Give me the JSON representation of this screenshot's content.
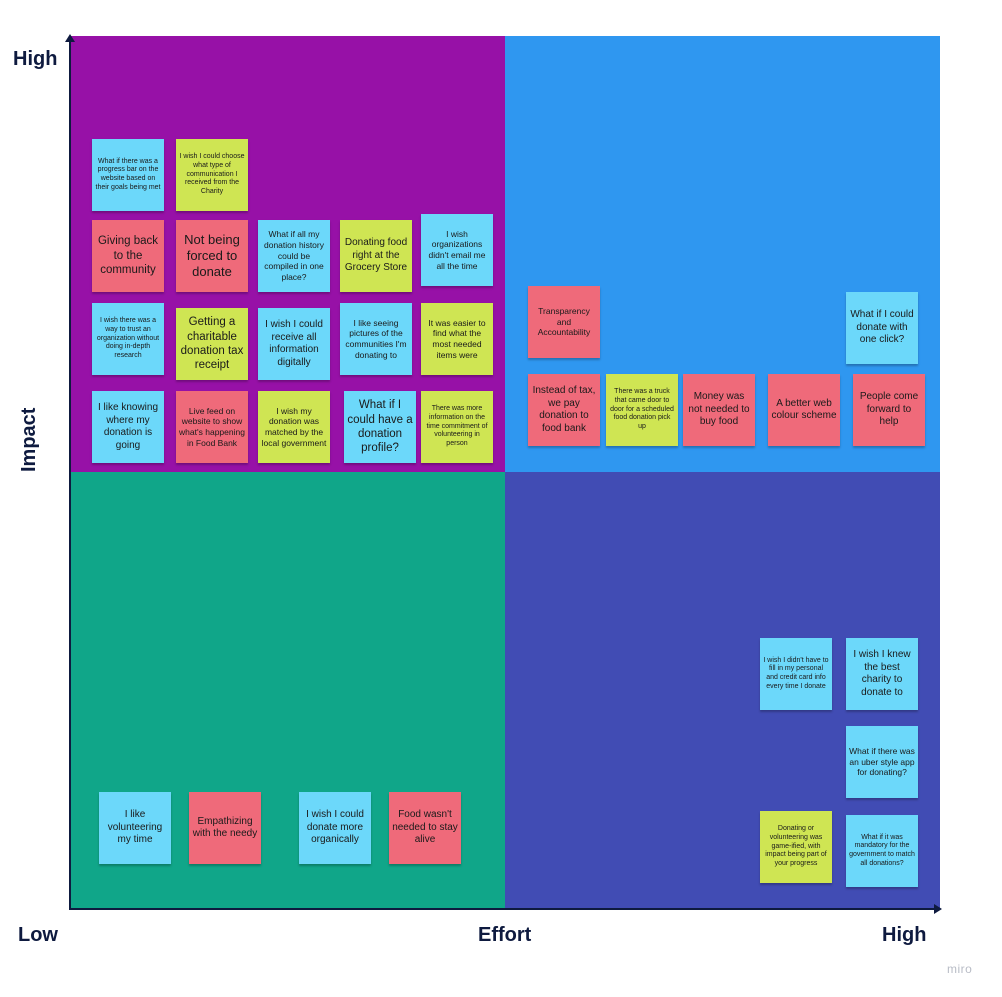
{
  "axes": {
    "y_high": "High",
    "y_label": "Impact",
    "x_low": "Low",
    "x_label": "Effort",
    "x_high": "High"
  },
  "watermark": "miro",
  "colors": {
    "high_impact_low_effort": "#9711a7",
    "high_impact_high_effort": "#2f97f0",
    "low_impact_low_effort": "#10a689",
    "low_impact_high_effort": "#414cb4",
    "note_blue": "#6cd8fa",
    "note_lime": "#cfe553",
    "note_red": "#ef6a7a"
  },
  "notes": {
    "n01": "What if there was a progress bar on the website based on their goals being met",
    "n02": "I wish I could choose what type of communication I received from the Charity",
    "n03": "Giving back to the community",
    "n04": "Not being forced to donate",
    "n05": "What if all my donation history could be compiled in one place?",
    "n06": "Donating food right at the Grocery Store",
    "n07": "I wish organizations didn't email me all the time",
    "n08": "I wish there was a way to trust an organization without doing in-depth research",
    "n09": "Getting a charitable donation tax receipt",
    "n10": "I wish I could receive all information digitally",
    "n11": "I like seeing pictures of the communities I'm donating to",
    "n12": "It was easier to find what the most needed items were",
    "n13": "I like knowing where my donation is going",
    "n14": "Live feed on website to show what's happening in Food Bank",
    "n15": "I wish my donation was matched by the local government",
    "n16": "What if I could have a donation profile?",
    "n17": "There was more information on the time commitment of volunteering in person",
    "n18": "Transparency and Accountability",
    "n19": "What if I could donate with one click?",
    "n20": "Instead of tax, we pay donation to food bank",
    "n21": "There was a truck that came door to door for a scheduled food donation pick up",
    "n22": "Money was not needed to buy food",
    "n23": "A better web colour scheme",
    "n24": "People come forward to help",
    "n25": "I like volunteering my time",
    "n26": "Empathizing with the needy",
    "n27": "I wish I could donate more organically",
    "n28": "Food wasn't needed to stay alive",
    "n29": "I wish I didn't have to fill in my personal and credit card info every time I donate",
    "n30": "I wish I knew the best charity to donate to",
    "n31": "What if there was an uber style app for donating?",
    "n32": "Donating or volunteering was game-ified, with impact being part of your progress",
    "n33": "What if it was mandatory for the government to match all donations?"
  }
}
